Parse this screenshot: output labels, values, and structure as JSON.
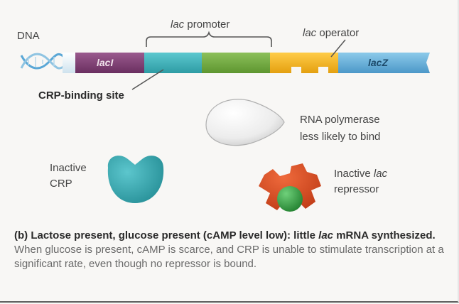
{
  "labels": {
    "dna": "DNA",
    "laci": "lacI",
    "lacz": "lacZ",
    "lac_promoter_italic": "lac",
    "lac_promoter_rest": " promoter",
    "lac_operator_italic": "lac",
    "lac_operator_rest": " operator",
    "crp_binding_site": "CRP-binding site",
    "rna_polymerase_line1": "RNA polymerase",
    "rna_polymerase_line2": "less likely to bind",
    "inactive_crp_line1": "Inactive",
    "inactive_crp_line2": "CRP",
    "inactive_repressor_line1_plain": "Inactive ",
    "inactive_repressor_line1_italic": "lac",
    "inactive_repressor_line2": "repressor"
  },
  "caption": {
    "part_label": "(b)",
    "bold_1": "Lactose present, glucose present (cAMP level low): little",
    "bold_italic": "lac",
    "bold_2": " mRNA synthesized.",
    "plain": " When glucose is present, cAMP is scarce, and CRP is unable to stimulate transcription at a significant rate, even though no repressor is bound."
  },
  "colors": {
    "laci_segment": "#7a3b6e",
    "crp_site_segment": "#3cb0b8",
    "promoter_segment": "#72a83e",
    "operator_segment": "#f2b21a",
    "lacz_segment": "#5aa7d6",
    "crp_protein": "#2e9ea6",
    "repressor": "#d8471e",
    "allolactose": "#2e9a3c",
    "rna_polymerase": "#e9e9e9"
  }
}
